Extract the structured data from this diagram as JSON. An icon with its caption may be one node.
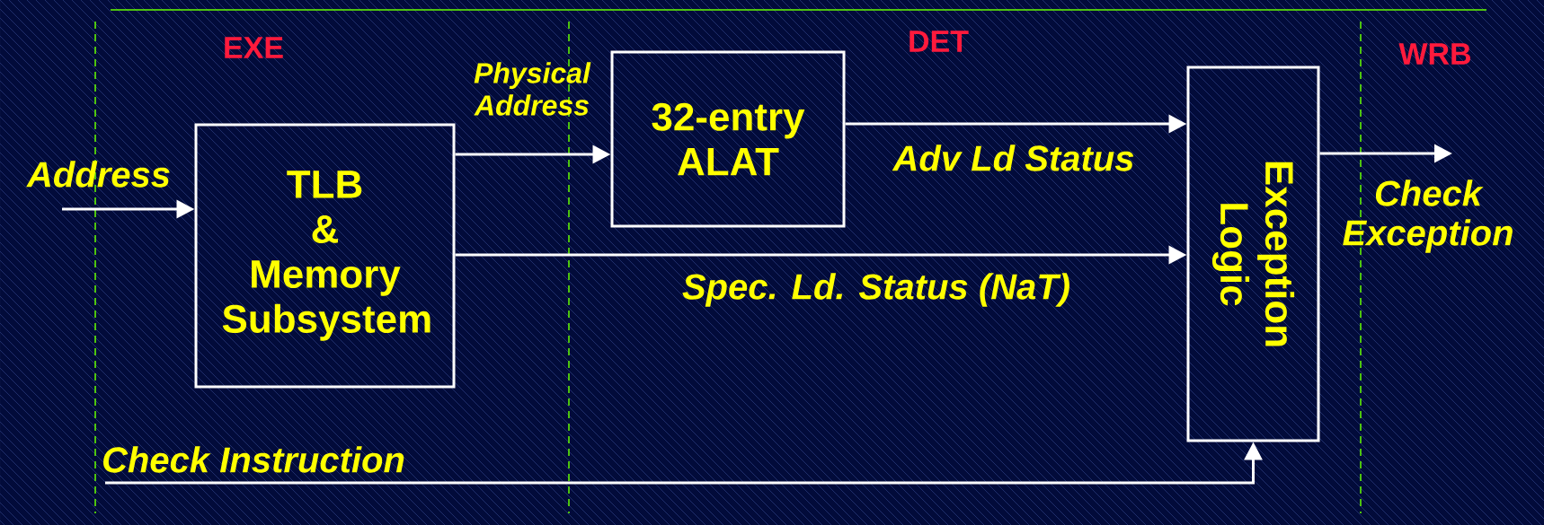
{
  "diagram": {
    "nodes": [
      {
        "text": [
          "TLB & Memory Subsystem"
        ]
      },
      {
        "text": [
          "32-entry ALAT"
        ]
      },
      {
        "text": [
          "Exception Logic"
        ]
      }
    ],
    "edges": [
      {
        "from": null,
        "to": 0,
        "arrow": "to",
        "label": "Address"
      },
      {
        "from": 0,
        "to": 1,
        "arrow": "to",
        "label": "Physical Address"
      },
      {
        "from": 1,
        "to": 2,
        "arrow": "to",
        "label": "Adv Ld Status"
      },
      {
        "from": 0,
        "to": 2,
        "arrow": "to",
        "label": "Spec. Ld. Status (NaT)"
      },
      {
        "from": 2,
        "to": null,
        "arrow": "to",
        "label": "Check Exception"
      },
      {
        "from": null,
        "to": 2,
        "arrow": "to",
        "label": "Check Instruction"
      }
    ],
    "labels": [
      "EXE",
      "DET",
      "WRB"
    ]
  }
}
